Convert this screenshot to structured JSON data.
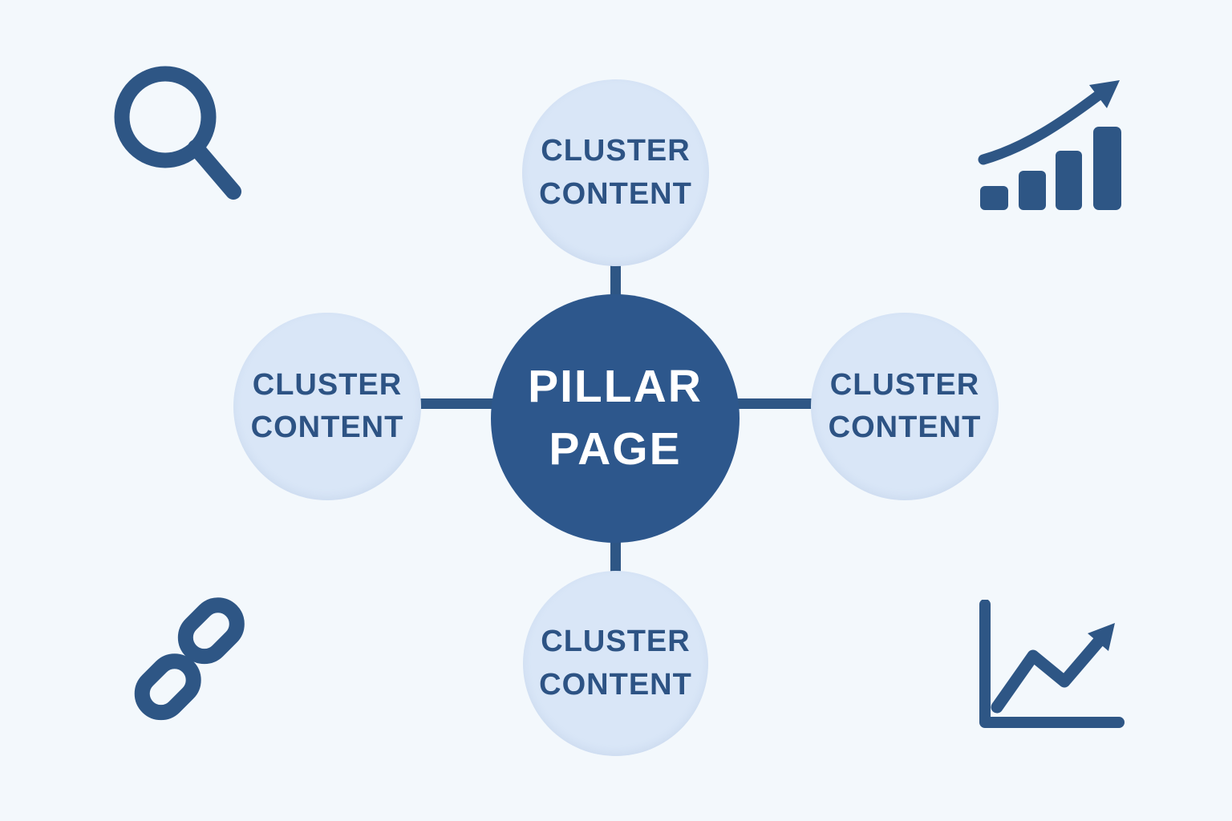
{
  "colors": {
    "background": "#f3f8fc",
    "navy": "#2e5685",
    "pillar_fill": "#2d578c",
    "pillar_text": "#ffffff",
    "cluster_fill": "#d9e6f7",
    "cluster_text": "#2d5384"
  },
  "nodes": {
    "pillar": {
      "label": "PILLAR PAGE"
    },
    "clusters": [
      {
        "position": "top",
        "label": "CLUSTER CONTENT"
      },
      {
        "position": "left",
        "label": "CLUSTER CONTENT"
      },
      {
        "position": "right",
        "label": "CLUSTER CONTENT"
      },
      {
        "position": "bottom",
        "label": "CLUSTER CONTENT"
      }
    ]
  },
  "icons": [
    {
      "name": "search-icon",
      "position": "top-left"
    },
    {
      "name": "bar-chart-growth-icon",
      "position": "top-right"
    },
    {
      "name": "chain-link-icon",
      "position": "bottom-left"
    },
    {
      "name": "line-chart-growth-icon",
      "position": "bottom-right"
    }
  ]
}
